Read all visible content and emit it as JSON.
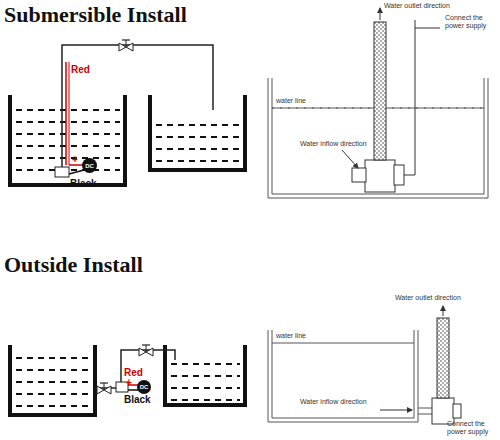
{
  "diagram": {
    "nodes": [
      {
        "text": [
          "DC"
        ]
      },
      {
        "text": [
          "DC"
        ]
      }
    ],
    "labels": [
      "Submersible Install",
      "Red",
      "+",
      "Black",
      "Water outlet direction",
      "Connect the power supply",
      "water line",
      "Water inflow direction",
      "Outside Install",
      "Red",
      "+",
      "Black",
      "Water outlet direction",
      "water line",
      "Water inflow direction",
      "Connect the power supply"
    ]
  }
}
